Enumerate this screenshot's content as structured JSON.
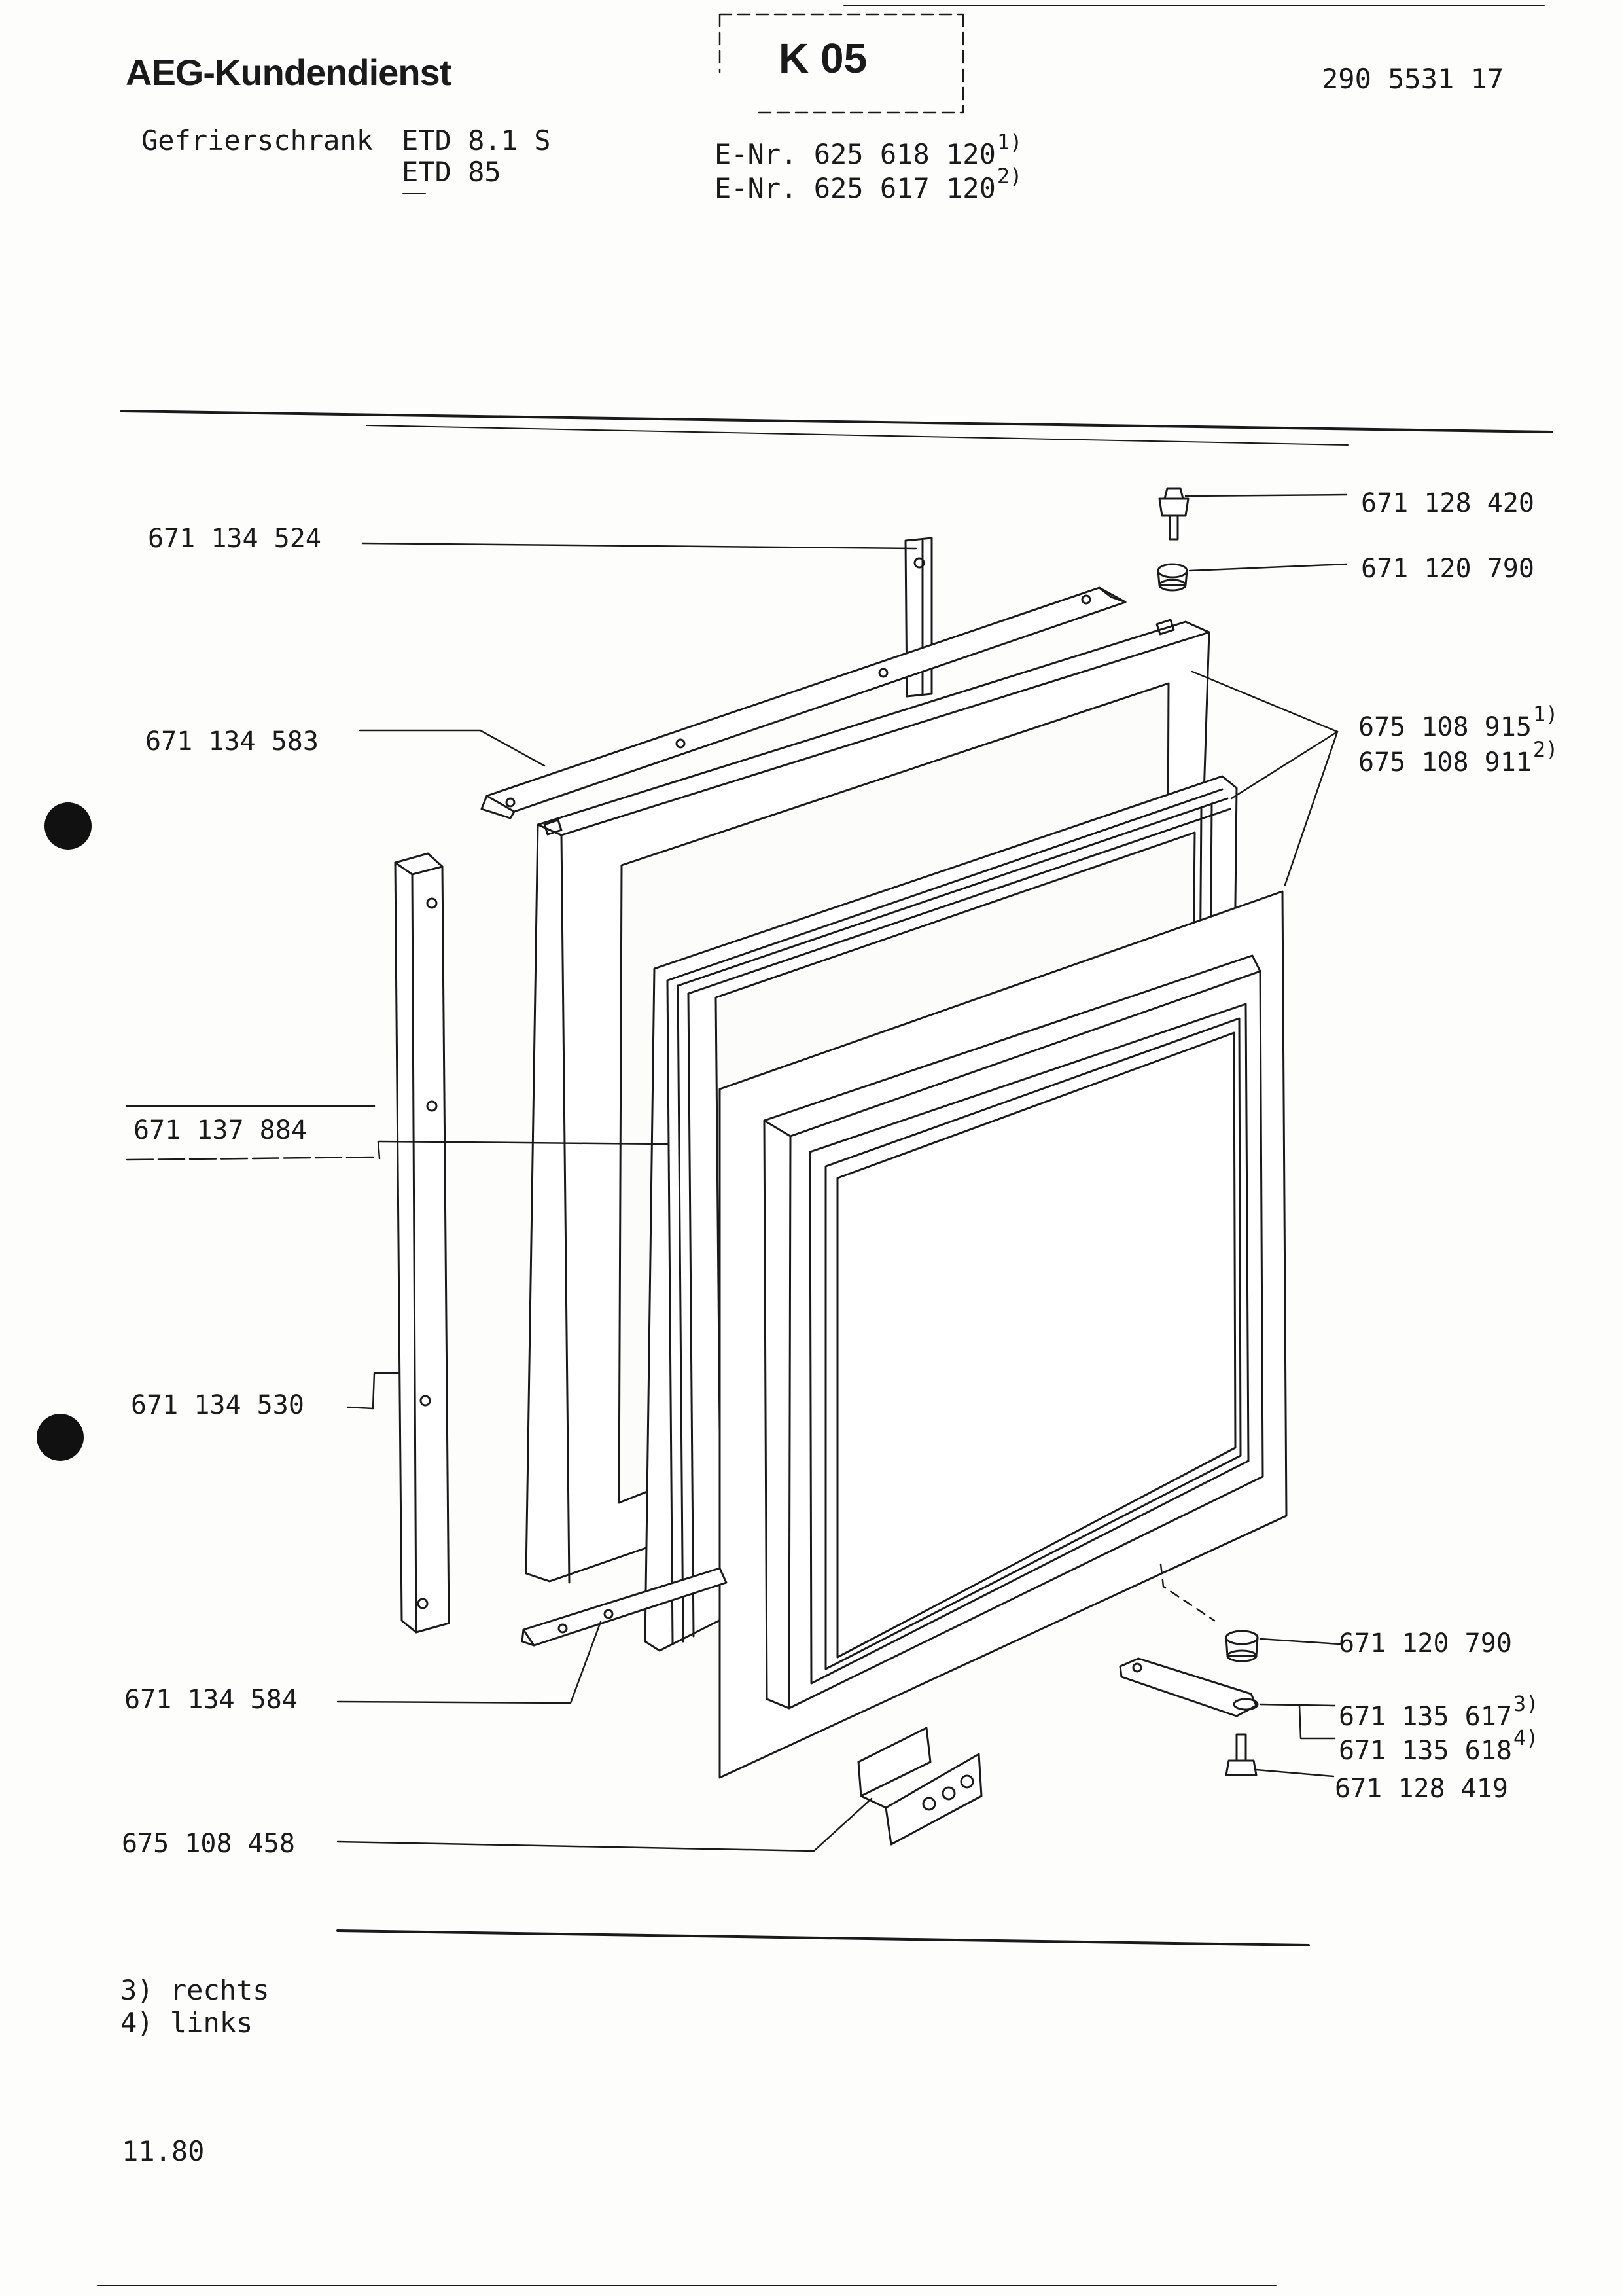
{
  "header": {
    "brand": "AEG-Kundendienst",
    "section_code": "K 05",
    "document_number": "290 5531 17",
    "appliance_type": "Gefrierschrank",
    "models": [
      "ETD 8.1 S",
      "ETD 85"
    ],
    "e_numbers": [
      {
        "label": "E-Nr.",
        "number": "625 618 120",
        "footnote": "1)"
      },
      {
        "label": "E-Nr.",
        "number": "625 617 120",
        "footnote": "2)"
      }
    ]
  },
  "parts": {
    "top_rail": "671 134 524",
    "top_cover": "671 134 583",
    "spacer_strip": "671 137 884",
    "side_rail": "671 134 530",
    "bottom_cover": "671 134 584",
    "hinge_bracket": "675 108 458",
    "screw_top": "671 128 420",
    "bushing_top": "671 120 790",
    "door_1": {
      "number": "675 108 915",
      "footnote": "1)"
    },
    "door_2": {
      "number": "675 108 911",
      "footnote": "2)"
    },
    "bushing_bottom": "671 120 790",
    "hinge_right": {
      "number": "671 135 617",
      "footnote": "3)"
    },
    "hinge_left": {
      "number": "671 135 618",
      "footnote": "4)"
    },
    "screw_bottom": "671 128 419"
  },
  "footnotes": [
    {
      "mark": "3)",
      "text": "rechts"
    },
    {
      "mark": "4)",
      "text": "links"
    }
  ],
  "date": "11.80"
}
